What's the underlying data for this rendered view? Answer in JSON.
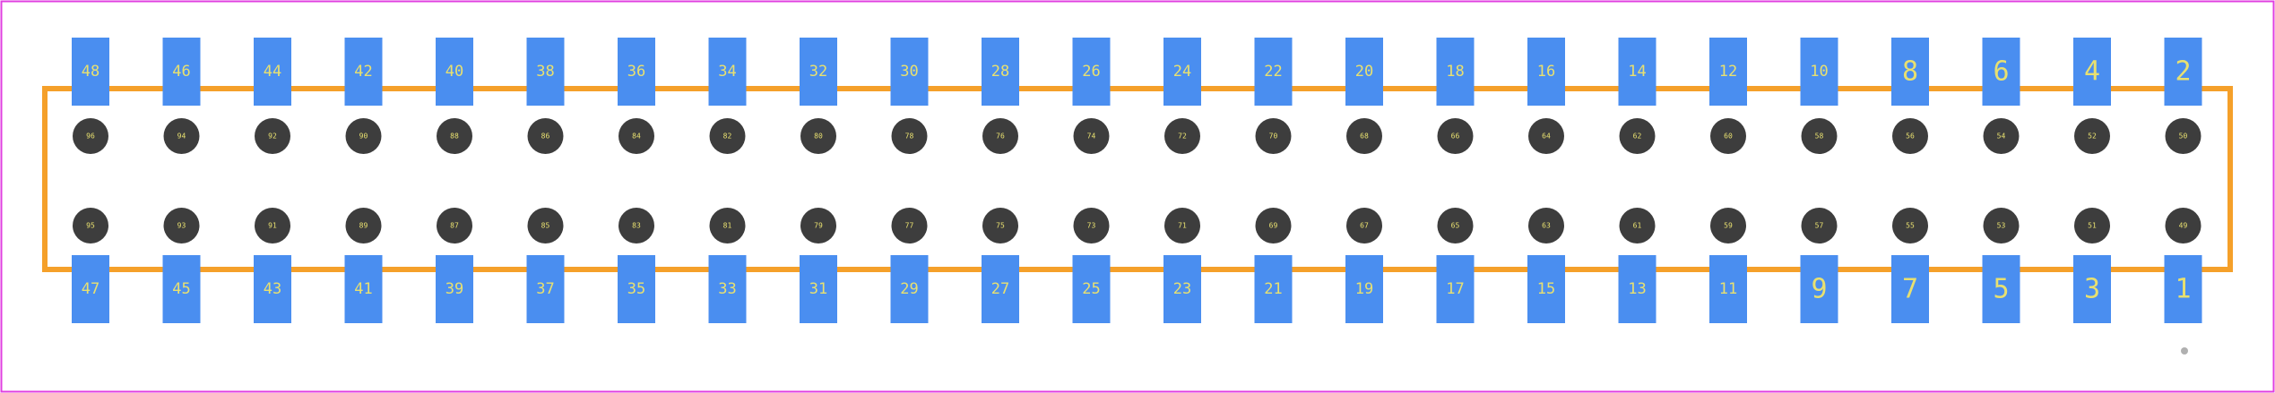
{
  "colors": {
    "background": "#ffffff",
    "border": "#e040e0",
    "outline": "#f5a02a",
    "pad": "#4a8ef0",
    "hole": "#3d3d3d",
    "label": "#e8e070",
    "marker": "#b0b0b0"
  },
  "top_pads": [
    "48",
    "46",
    "44",
    "42",
    "40",
    "38",
    "36",
    "34",
    "32",
    "30",
    "28",
    "26",
    "24",
    "22",
    "20",
    "18",
    "16",
    "14",
    "12",
    "10",
    "8",
    "6",
    "4",
    "2"
  ],
  "bottom_pads": [
    "47",
    "45",
    "43",
    "41",
    "39",
    "37",
    "35",
    "33",
    "31",
    "29",
    "27",
    "25",
    "23",
    "21",
    "19",
    "17",
    "15",
    "13",
    "11",
    "9",
    "7",
    "5",
    "3",
    "1"
  ],
  "upper_holes": [
    "96",
    "94",
    "92",
    "90",
    "88",
    "86",
    "84",
    "82",
    "80",
    "78",
    "76",
    "74",
    "72",
    "70",
    "68",
    "66",
    "64",
    "62",
    "60",
    "58",
    "56",
    "54",
    "52",
    "50"
  ],
  "lower_holes": [
    "95",
    "93",
    "91",
    "89",
    "87",
    "85",
    "83",
    "81",
    "79",
    "77",
    "75",
    "73",
    "71",
    "69",
    "67",
    "65",
    "63",
    "61",
    "59",
    "57",
    "55",
    "53",
    "51",
    "49"
  ]
}
